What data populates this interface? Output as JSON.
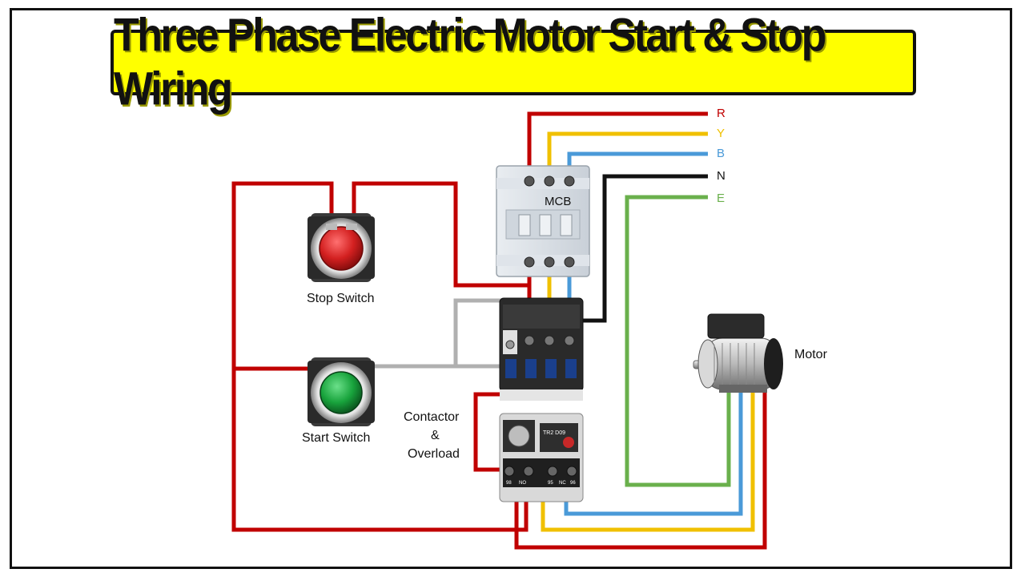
{
  "title": "Three Phase Electric Motor Start & Stop Wiring",
  "supply_lines": [
    {
      "label": "R",
      "color": "#c00000"
    },
    {
      "label": "Y",
      "color": "#f0c000"
    },
    {
      "label": "B",
      "color": "#4a9ad8"
    },
    {
      "label": "N",
      "color": "#111111"
    },
    {
      "label": "E",
      "color": "#6ab04c"
    }
  ],
  "components": {
    "mcb": "MCB",
    "stop_switch": "Stop Switch",
    "start_switch": "Start Switch",
    "contactor_line1": "Contactor",
    "contactor_line2": "&",
    "contactor_line3": "Overload",
    "motor": "Motor"
  },
  "device_markings": {
    "overload_model": "TR2 D09",
    "overload_terminals": [
      "98",
      "NO",
      "95",
      "NC",
      "96"
    ]
  },
  "wire_colors": {
    "control_gray": "#b0b0b0",
    "stop_button": "#c62828",
    "start_button": "#1f9a3a"
  }
}
